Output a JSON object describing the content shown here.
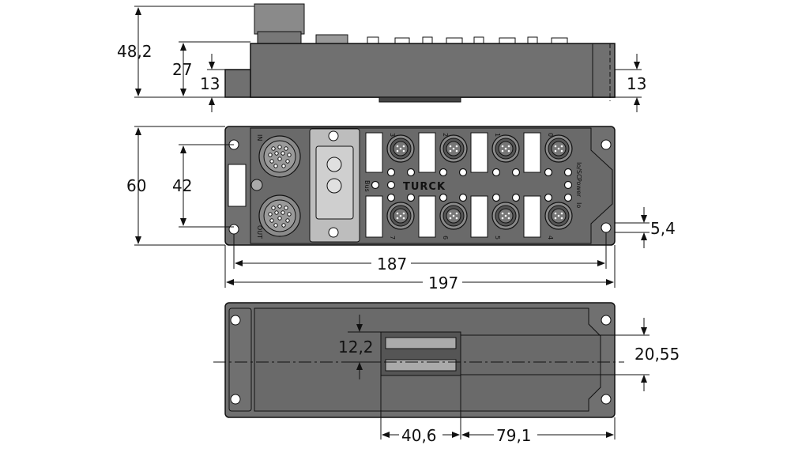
{
  "dimensions": {
    "height_total": "48,2",
    "height_body": "27",
    "height_base_left": "13",
    "height_base_right": "13",
    "width_depth": "60",
    "hole_spacing_vertical": "42",
    "hole_spacing_horizontal": "187",
    "length_total": "197",
    "hole_offset": "5,4",
    "connector_height": "12,2",
    "connector_offset": "20,55",
    "connector_width": "40,6",
    "connector_to_edge": "79,1"
  },
  "labels": {
    "in": "IN",
    "out": "OUT",
    "bus": "Bus",
    "power": "Power",
    "io_sc": "Io/SC",
    "io": "Io",
    "brand": "TURCK",
    "ports_top": [
      "3",
      "2",
      "1",
      "0"
    ],
    "ports_bottom": [
      "7",
      "6",
      "5",
      "4"
    ]
  },
  "colors": {
    "housing": "#707070",
    "line": "#111111"
  }
}
